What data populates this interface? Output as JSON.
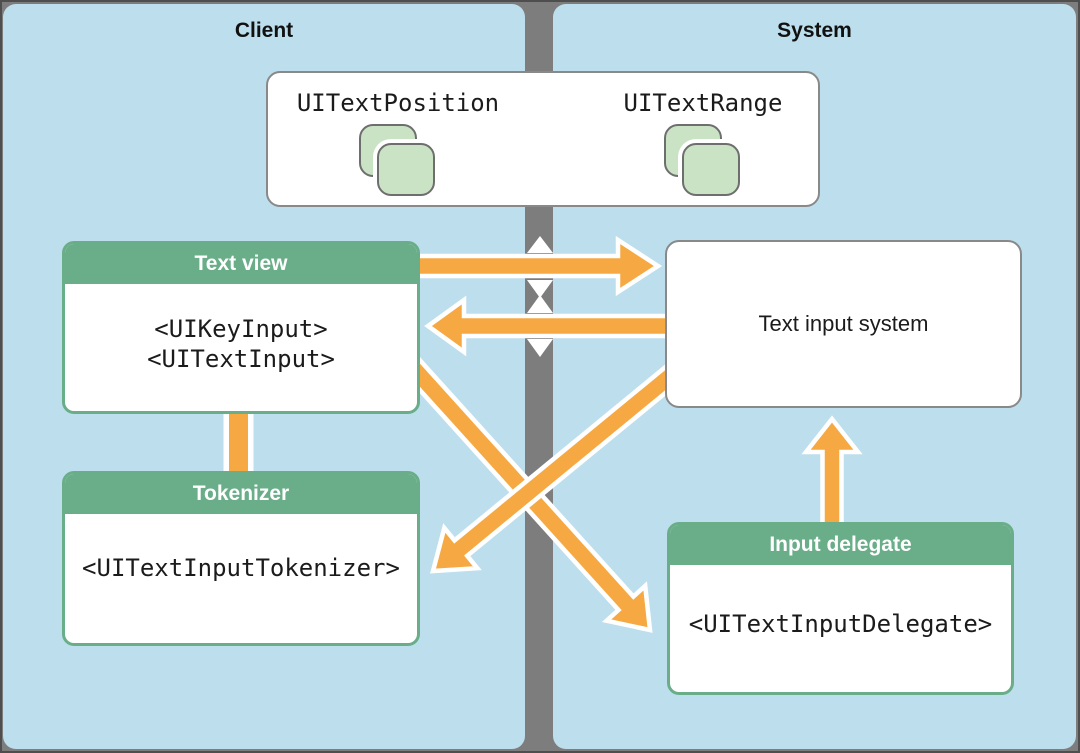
{
  "panels": {
    "client": {
      "label": "Client"
    },
    "system": {
      "label": "System"
    }
  },
  "top_box": {
    "items": [
      {
        "label": "UITextPosition"
      },
      {
        "label": "UITextRange"
      }
    ]
  },
  "boxes": {
    "text_view": {
      "title": "Text view",
      "lines": [
        "<UIKeyInput>",
        "<UITextInput>"
      ]
    },
    "text_input_system": {
      "label": "Text input system"
    },
    "tokenizer": {
      "title": "Tokenizer",
      "lines": [
        "<UITextInputTokenizer>"
      ]
    },
    "input_delegate": {
      "title": "Input delegate",
      "lines": [
        "<UITextInputDelegate>"
      ]
    }
  },
  "connections": [
    {
      "from": "Text view",
      "to": "Text input system",
      "style": "arrow"
    },
    {
      "from": "Text input system",
      "to": "Text view",
      "style": "arrow"
    },
    {
      "from": "Text input system",
      "to": "Tokenizer",
      "style": "arrow"
    },
    {
      "from": "Text view",
      "to": "Input delegate",
      "style": "arrow"
    },
    {
      "from": "Input delegate",
      "to": "Text input system",
      "style": "arrow"
    },
    {
      "from": "Text view",
      "to": "Tokenizer",
      "style": "plain-connector"
    }
  ],
  "colors": {
    "blue": "#bddeed",
    "bar_gray": "#7d7d7d",
    "frame": "#4e4e4e",
    "green": "#6aae89",
    "light_green": "#cae3c5",
    "sq_border": "#6e6e6e",
    "orange": "#f6a942",
    "box_border": "#898989",
    "ink": "#1b1b1b"
  }
}
